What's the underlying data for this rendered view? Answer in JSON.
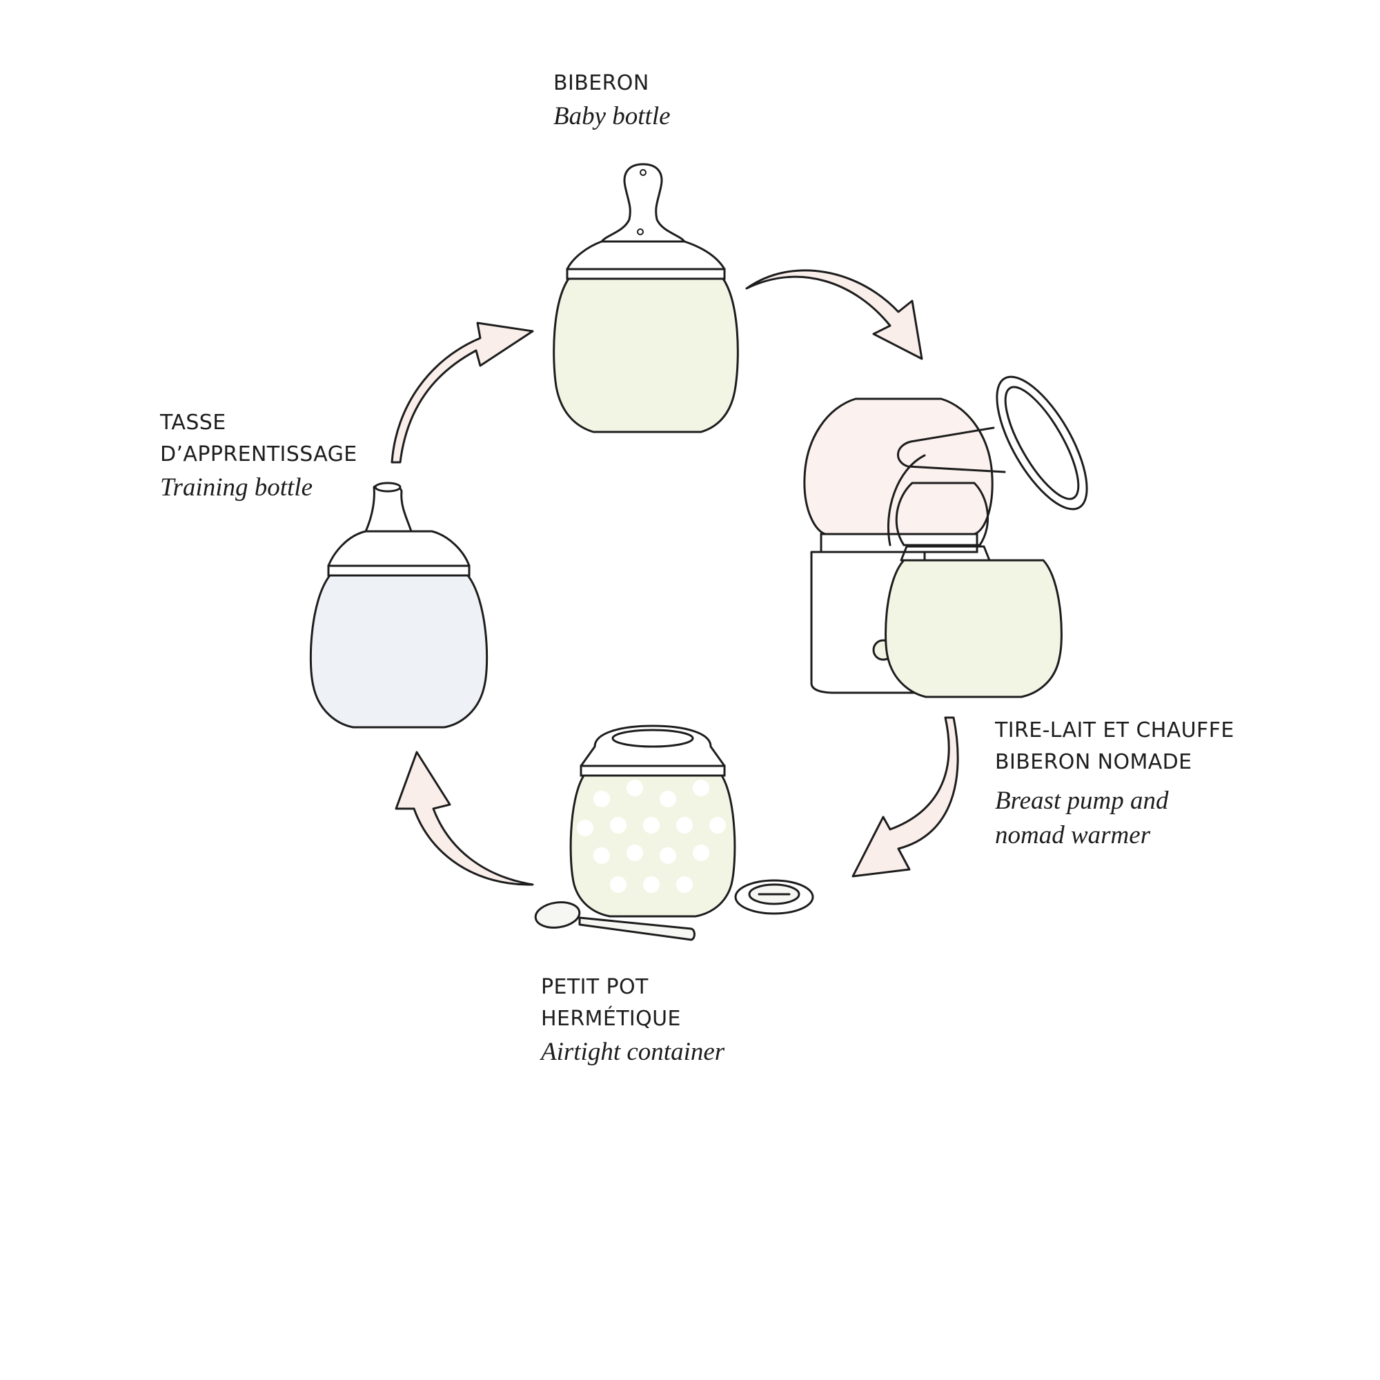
{
  "palette": {
    "outline": "#1d1d1d",
    "bottle_cream": "#f3f5e4",
    "training_blue": "#eef2f6",
    "warmer_pink": "#fbf1ee",
    "arrow_pink": "#f9eeea",
    "dots": "#ffffff",
    "background": "#ffffff"
  },
  "stages": {
    "baby_bottle": {
      "title_fr": "BIBERON",
      "subtitle_en": "Baby bottle"
    },
    "breast_pump": {
      "title_fr_lines": [
        "TIRE-LAIT ET CHAUFFE",
        "BIBERON NOMADE"
      ],
      "subtitle_en_lines": [
        "Breast pump and",
        "nomad warmer"
      ]
    },
    "container": {
      "title_fr_lines": [
        "PETIT POT",
        "HERMÉTIQUE"
      ],
      "subtitle_en": "Airtight container"
    },
    "training_bottle": {
      "title_fr_lines": [
        "TASSE",
        "D’APPRENTISSAGE"
      ],
      "subtitle_en": "Training bottle"
    }
  },
  "icons": [
    "baby-bottle-icon",
    "breast-pump-icon",
    "bottle-warmer-icon",
    "power-icon",
    "airtight-container-icon",
    "spoon-icon",
    "lid-icon",
    "training-bottle-icon",
    "cycle-arrow-icon"
  ]
}
